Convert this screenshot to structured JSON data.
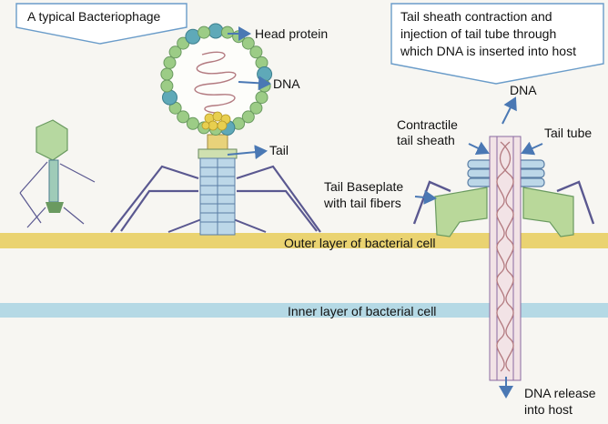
{
  "callouts": {
    "left": "A typical Bacteriophage",
    "right_line1": "Tail sheath contraction and",
    "right_line2": "injection of tail tube through",
    "right_line3": "which DNA is inserted into host"
  },
  "labels": {
    "head_protein": "Head protein",
    "dna_left": "DNA",
    "tail": "Tail",
    "dna_right": "DNA",
    "contractile_1": "Contractile",
    "contractile_2": "tail sheath",
    "tail_tube": "Tail tube",
    "baseplate_1": "Tail Baseplate",
    "baseplate_2": "with tail fibers",
    "outer_layer": "Outer layer of bacterial cell",
    "inner_layer": "Inner layer of bacterial cell",
    "release_1": "DNA release",
    "release_2": "into host"
  },
  "colors": {
    "outer_membrane": "#e8cf63",
    "inner_membrane": "#a9d4e3",
    "arrow": "#4a78b4",
    "fiber": "#5a5890",
    "head_green": "#9ccc86",
    "head_teal": "#5fa9b8",
    "dna": "#b37a80",
    "baseplate": "#b9d89a"
  }
}
